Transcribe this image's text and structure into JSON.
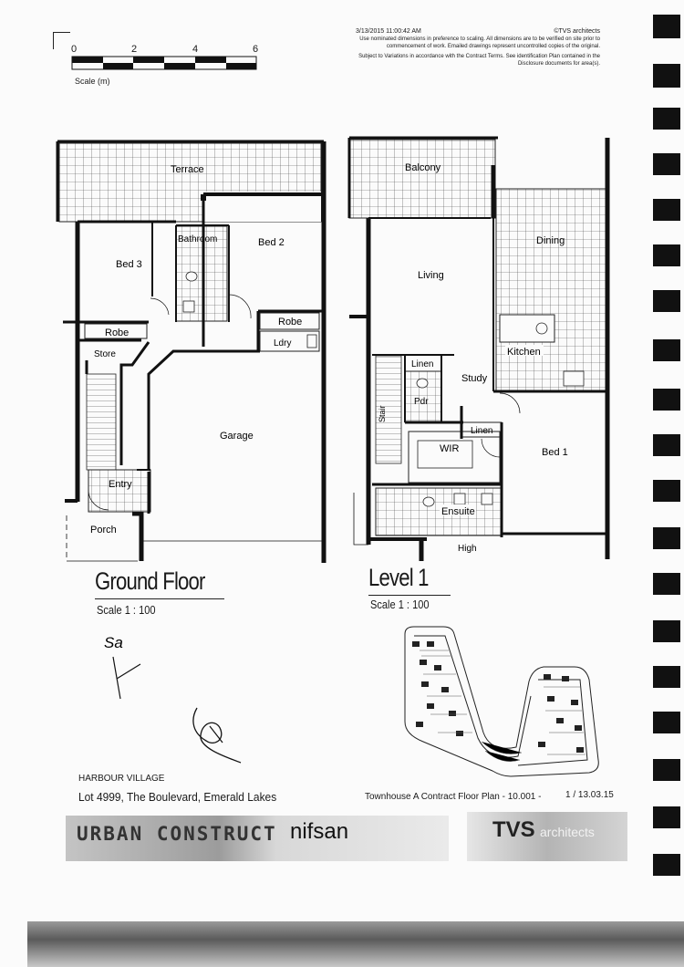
{
  "header": {
    "timestamp": "3/13/2015 11:00:42 AM",
    "copyright": "©TVS architects",
    "note_line1": "Use nominated dimensions in preference to scaling. All dimensions are to be verified on site prior to",
    "note_line2": "commencement of work. Emailed drawings represent uncontrolled copies of the original.",
    "note_line3": "Subject to Variations in accordance with the Contract Terms. See identification Plan contained in the",
    "note_line4": "Disclosure documents for area(s)."
  },
  "scale_bar": {
    "ticks": [
      "0",
      "2",
      "4",
      "6"
    ],
    "label": "Scale (m)"
  },
  "ground_floor": {
    "title": "Ground Floor",
    "scale": "Scale  1 : 100",
    "rooms": {
      "terrace": "Terrace",
      "bathroom": "Bathroom",
      "bed2": "Bed 2",
      "bed3": "Bed 3",
      "robe1": "Robe",
      "robe2": "Robe",
      "ldry": "Ldry",
      "store": "Store",
      "garage": "Garage",
      "entry": "Entry",
      "porch": "Porch"
    }
  },
  "level1": {
    "title": "Level 1",
    "scale": "Scale  1 : 100",
    "rooms": {
      "balcony": "Balcony",
      "living": "Living",
      "dining": "Dining",
      "kitchen": "Kitchen",
      "linen1": "Linen",
      "study": "Study",
      "pdr": "Pdr",
      "stair": "Stair",
      "wir": "WIR",
      "linen2": "Linen",
      "bed1": "Bed 1",
      "ensuite": "Ensuite",
      "high": "High"
    }
  },
  "handwriting": {
    "initials": "Sa"
  },
  "footer": {
    "project": "HARBOUR VILLAGE",
    "address": "Lot 4999, The Boulevard, Emerald Lakes",
    "plan_title": "Townhouse A Contract Floor Plan - 10.001 -",
    "revision": "1 / 13.03.15",
    "logo_left1": "URBAN CONSTRUCT",
    "logo_left2": "nifsan",
    "logo_right": "TVS",
    "logo_right_sub": "architects"
  }
}
